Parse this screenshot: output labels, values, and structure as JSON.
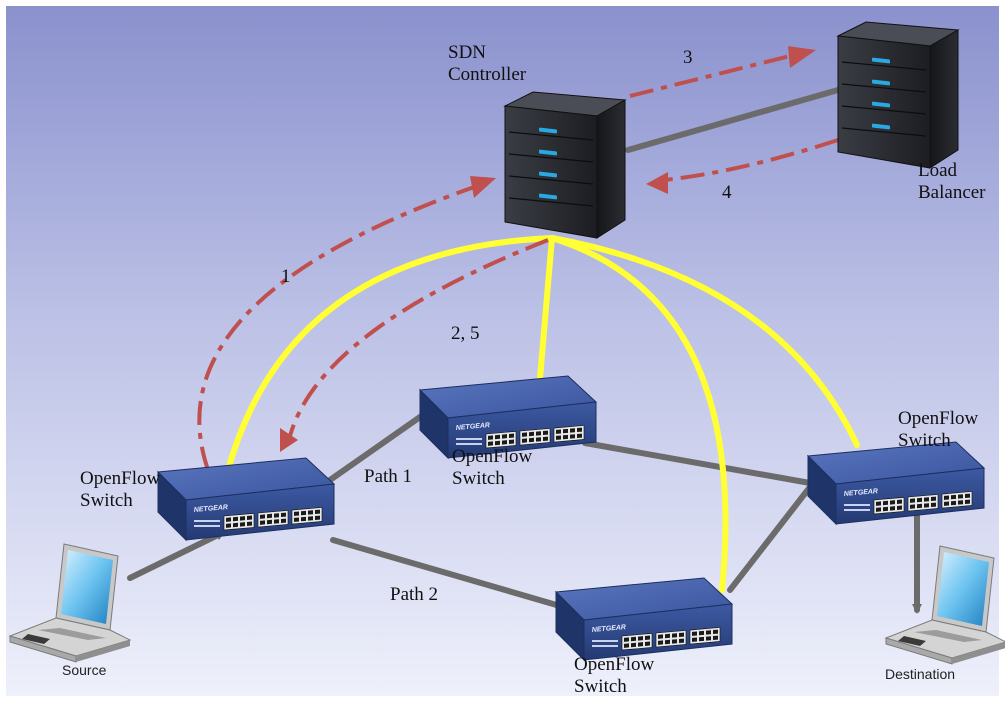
{
  "controller": {
    "line1": "SDN",
    "line2": "Controller"
  },
  "load_balancer": {
    "line1": "Load",
    "line2": "Balancer"
  },
  "switches": {
    "left": {
      "line1": "OpenFlow",
      "line2": "Switch"
    },
    "middle": {
      "line1": "OpenFlow",
      "line2": "Switch"
    },
    "right": {
      "line1": "OpenFlow",
      "line2": "Switch"
    },
    "bottom": {
      "line1": "OpenFlow",
      "line2": "Switch"
    }
  },
  "paths": {
    "path1": "Path 1",
    "path2": "Path 2"
  },
  "steps": {
    "s1": "1",
    "s2": "2, 5",
    "s3": "3",
    "s4": "4"
  },
  "hosts": {
    "source": "Source",
    "destination": "Destination"
  },
  "switch_brand": "NETGEAR",
  "colors": {
    "background_top": "#8c93cf",
    "background_bottom": "#eef0fb",
    "control_links": "#ffff33",
    "openflow_messages": "#c0504d",
    "data_links": "#6b6b6b",
    "switch_body": "#2f4a8c",
    "server_body": "#2b2d33",
    "server_led": "#29a9e1"
  },
  "icons": [
    "server-icon",
    "network-switch-icon",
    "laptop-icon",
    "arrow-icon"
  ]
}
